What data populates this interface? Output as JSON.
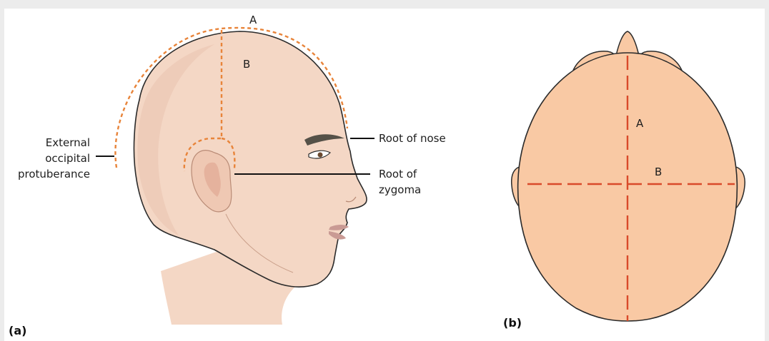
{
  "panels": {
    "a": {
      "tag": "(a)",
      "labels": {
        "arc_a": "A",
        "line_b": "B",
        "root_nose": "Root of nose",
        "root_zygoma_1": "Root of",
        "root_zygoma_2": "zygoma",
        "occipital_1": "External",
        "occipital_2": "occipital",
        "occipital_3": "protuberance"
      }
    },
    "b": {
      "tag": "(b)",
      "labels": {
        "axis_a": "A",
        "axis_b": "B"
      }
    }
  },
  "colors": {
    "skin": "#f4d7c5",
    "skin_shadow": "#e6b9a0",
    "head_top_fill": "#f9c9a4",
    "dotted_arc": "#e8843a",
    "dashed_axis": "#d94a2a",
    "outline": "#2b2b2b",
    "eyebrow": "#555148",
    "lips": "#c99a94"
  }
}
